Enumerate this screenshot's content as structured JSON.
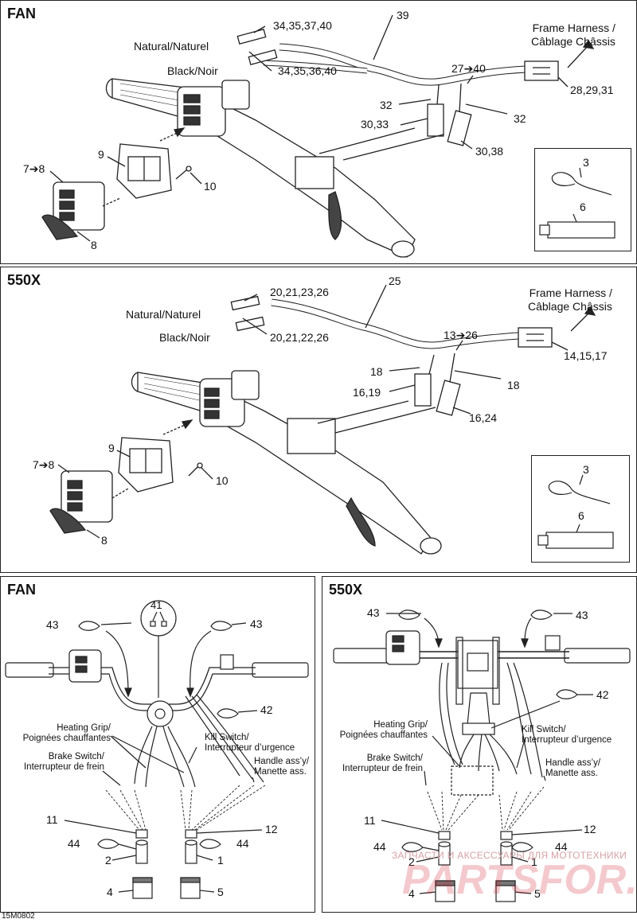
{
  "panels": {
    "fan_top": {
      "title": "FAN",
      "labels": {
        "l34a": "34,35,37,40",
        "natural": "Natural/Naturel",
        "black": "Black/Noir",
        "l34b": "34,35,36,40",
        "l39": "39",
        "frame1": "Frame Harness /",
        "frame2": "Câblage Châssis",
        "l27": "27➔40",
        "l28": "28,29,31",
        "l32a": "32",
        "l32b": "32",
        "l30a": "30,33",
        "l30b": "30,38",
        "l9": "9",
        "l7": "7➔8",
        "l10": "10",
        "l8": "8",
        "l3": "3",
        "l6": "6"
      }
    },
    "x550_top": {
      "title": "550X",
      "labels": {
        "l25": "25",
        "l20a": "20,21,23,26",
        "natural": "Natural/Naturel",
        "black": "Black/Noir",
        "l20b": "20,21,22,26",
        "frame1": "Frame Harness /",
        "frame2": "Câblage Châssis",
        "l13": "13➔26",
        "l14": "14,15,17",
        "l18a": "18",
        "l18b": "18",
        "l16a": "16,19",
        "l16b": "16,24",
        "l9": "9",
        "l7": "7➔8",
        "l10": "10",
        "l8": "8",
        "l3": "3",
        "l6": "6"
      }
    },
    "fan_bottom": {
      "title": "FAN",
      "labels": {
        "l41": "41",
        "l43a": "43",
        "l43b": "43",
        "l42": "42",
        "heat1": "Heating Grip/",
        "heat2": "Poignées chauffantes",
        "kill1": "Kill Switch/",
        "kill2": "Interrupteur d’urgence",
        "brake1": "Brake Switch/",
        "brake2": "Interrupteur de frein",
        "handle1": "Handle ass’y/",
        "handle2": "Manette ass.",
        "l11": "11",
        "l12": "12",
        "l44a": "44",
        "l44b": "44",
        "l2": "2",
        "l1": "1",
        "l4": "4",
        "l5": "5"
      }
    },
    "x550_bottom": {
      "title": "550X",
      "labels": {
        "l43a": "43",
        "l43b": "43",
        "l42": "42",
        "heat1": "Heating Grip/",
        "heat2": "Poignées chauffantes",
        "kill1": "Kill Switch/",
        "kill2": "Interrupteur d’urgence",
        "brake1": "Brake Switch/",
        "brake2": "Interrupteur de frein",
        "handle1": "Handle ass’y/",
        "handle2": "Manette ass.",
        "l11": "11",
        "l12": "12",
        "l44a": "44",
        "l44b": "44",
        "l2": "2",
        "l1": "1",
        "l4": "4",
        "l5": "5"
      }
    }
  },
  "figure_code": "15M0802",
  "watermark": {
    "line1": "ЗАПЧАСТИ И АКСЕССУАРЫ ДЛЯ МОТОТЕХНИКИ",
    "line2": "PARTSFOR.RU"
  }
}
